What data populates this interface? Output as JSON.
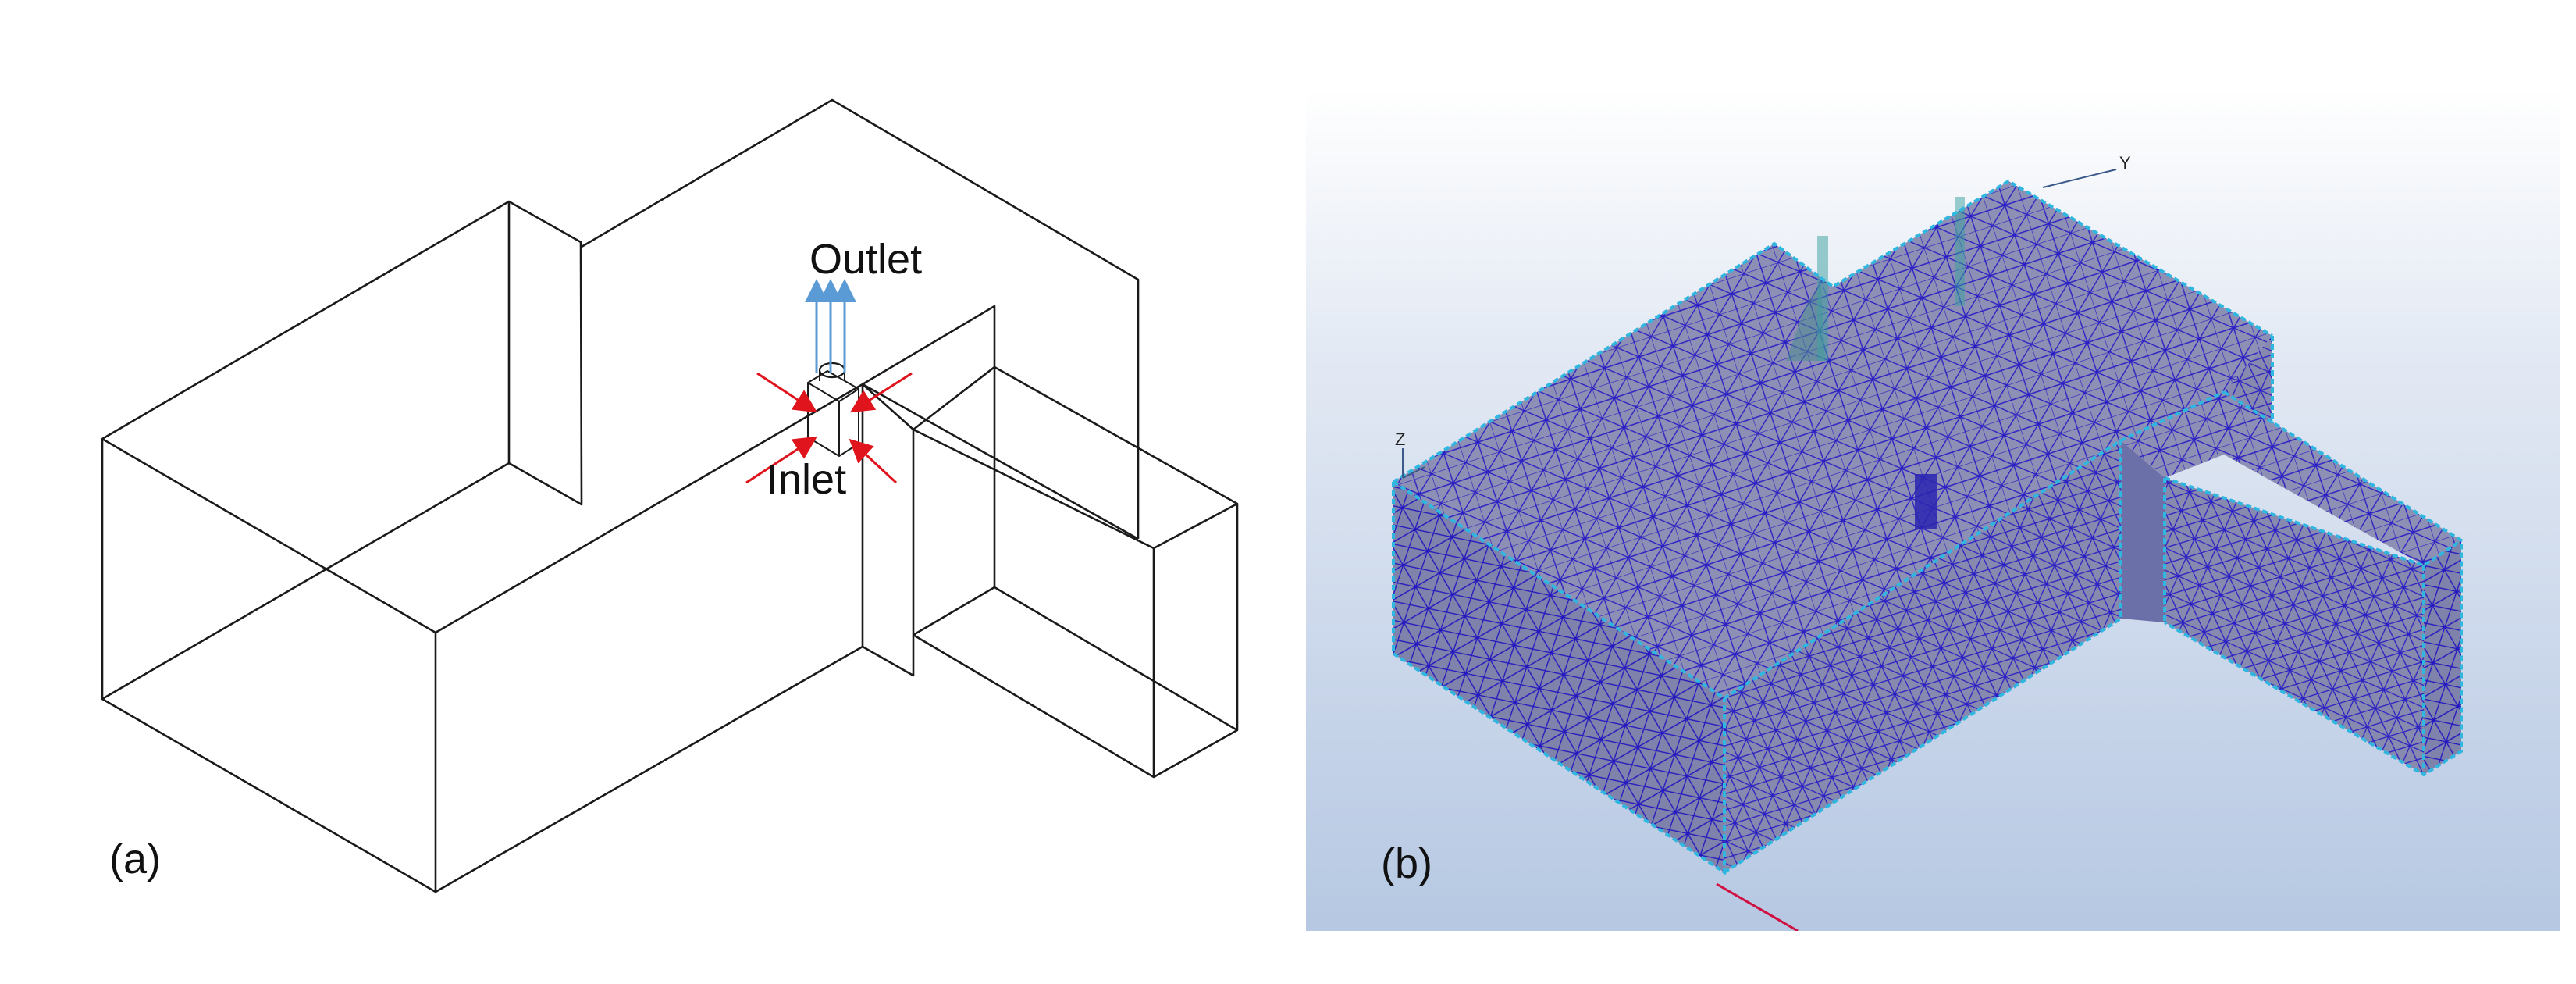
{
  "panel_a": {
    "tag": "(a)",
    "outlet_label": "Outlet",
    "inlet_label": "Inlet"
  },
  "panel_b": {
    "tag": "(b)",
    "axis_z": "Z",
    "axis_y": "Y"
  },
  "colors": {
    "wire": "#1a1a1a",
    "flow_out": "#5b9bd5",
    "flow_in": "#e0141c",
    "mesh_face": "#8e8fb4",
    "mesh_line": "#2a1fc4",
    "mesh_edge": "#2fb7e0"
  }
}
